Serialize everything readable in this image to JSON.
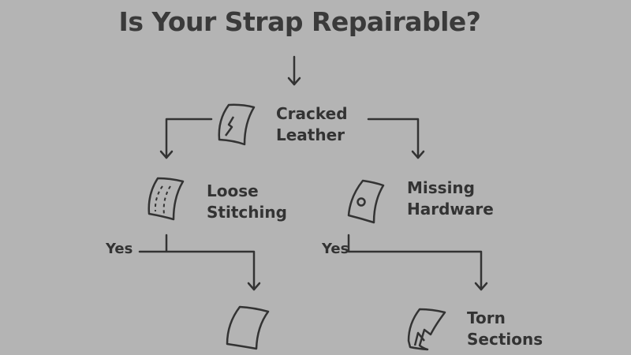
{
  "title": "Is Your Strap Repairable?",
  "nodes": {
    "cracked": {
      "line1": "Cracked",
      "line2": "Leather",
      "icon": "cracked-strap-icon"
    },
    "loose": {
      "line1": "Loose",
      "line2": "Stitching",
      "icon": "stitched-strap-icon"
    },
    "missing": {
      "line1": "Missing",
      "line2": "Hardware",
      "icon": "strap-hole-icon"
    },
    "blank": {
      "icon": "strap-icon"
    },
    "torn": {
      "line1": "Torn",
      "line2": "Sections",
      "icon": "torn-strap-icon"
    }
  },
  "edges": {
    "left_yes": "Yes",
    "right_yes": "Yes"
  },
  "colors": {
    "background": "#b4b4b4",
    "ink": "#333333"
  }
}
